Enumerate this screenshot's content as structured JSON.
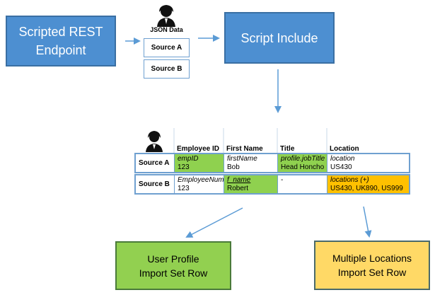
{
  "top": {
    "rest_label": "Scripted REST Endpoint",
    "json_card": {
      "title": "JSON Data",
      "source_a": "Source A",
      "source_b": "Source B"
    },
    "script_label": "Script Include"
  },
  "table": {
    "headers": [
      "Employee ID",
      "First Name",
      "Title",
      "Location"
    ],
    "rows": [
      {
        "source": "Source A",
        "cells": [
          {
            "field": "empID",
            "value": "123"
          },
          {
            "field": "firstName",
            "value": "Bob"
          },
          {
            "field": "profile.jobTitle",
            "value": "Head Honcho"
          },
          {
            "field": "location",
            "value": "US430"
          }
        ]
      },
      {
        "source": "Source B",
        "cells": [
          {
            "field": "EmployeeNum",
            "value": "123"
          },
          {
            "field": "f_name",
            "value": "Robert"
          },
          {
            "field": "-",
            "value": ""
          },
          {
            "field": "locations (+)",
            "value": "US430, UK890, US999"
          }
        ]
      }
    ]
  },
  "bottom": {
    "user_profile": [
      "User Profile",
      "Import Set Row"
    ],
    "multi_locations": [
      "Multiple Locations",
      "Import Set Row"
    ]
  },
  "colors": {
    "blue_box": "#4d8fd1",
    "green": "#8fd14f",
    "orange": "#ffc000",
    "yellow_box": "#ffd966",
    "arrow": "#5b9bd5"
  }
}
